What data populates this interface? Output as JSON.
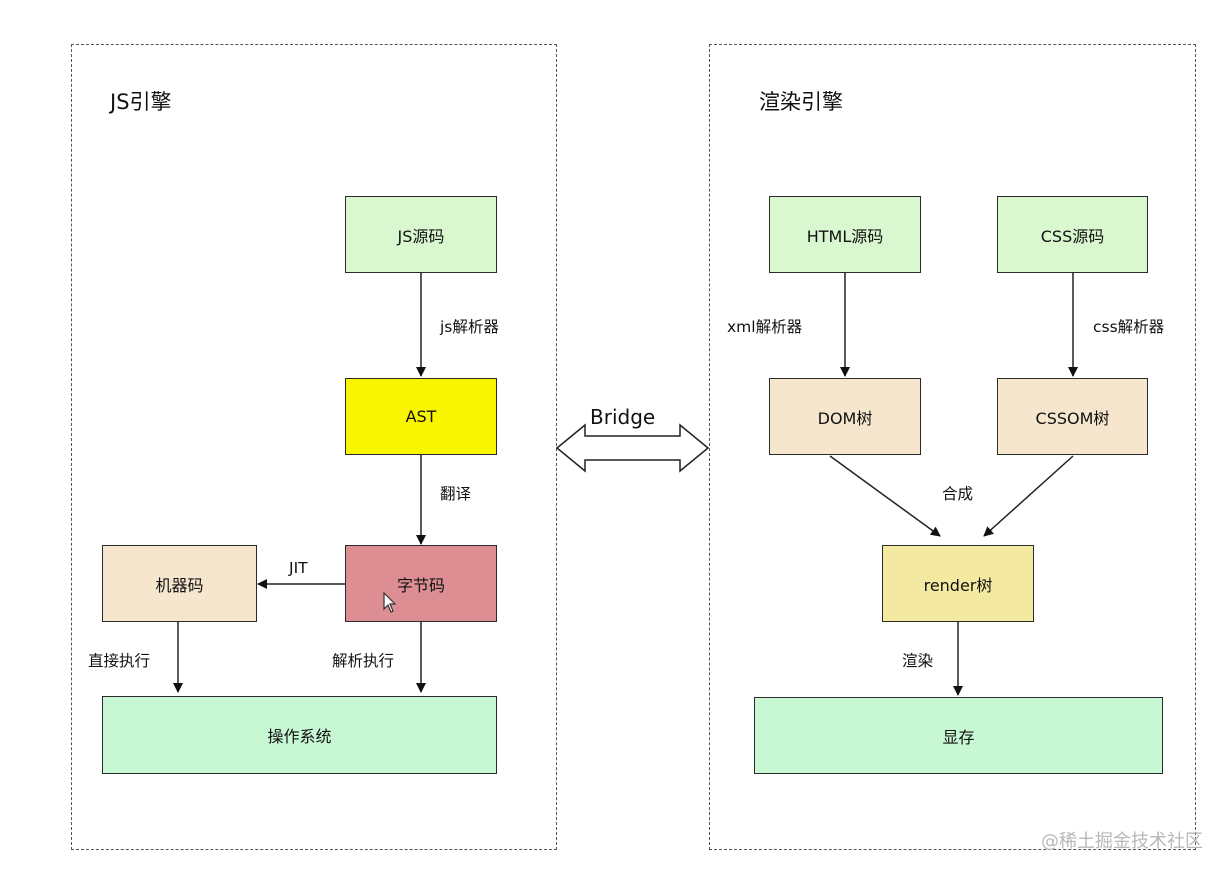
{
  "js_engine": {
    "title": "JS引擎",
    "nodes": {
      "js_source": "JS源码",
      "ast": "AST",
      "bytecode": "字节码",
      "machine_code": "机器码",
      "os": "操作系统"
    },
    "edges": {
      "js_parser": "js解析器",
      "translate": "翻译",
      "jit": "JIT",
      "direct_exec": "直接执行",
      "interpret_exec": "解析执行"
    }
  },
  "bridge": {
    "label": "Bridge"
  },
  "render_engine": {
    "title": "渲染引擎",
    "nodes": {
      "html_source": "HTML源码",
      "css_source": "CSS源码",
      "dom_tree": "DOM树",
      "cssom_tree": "CSSOM树",
      "render_tree": "render树",
      "video_memory": "显存"
    },
    "edges": {
      "xml_parser": "xml解析器",
      "css_parser": "css解析器",
      "combine": "合成",
      "render": "渲染"
    }
  },
  "colors": {
    "source": "#d9f8cf",
    "ast": "#f9f400",
    "bytecode": "#dd8e93",
    "tree": "#f6e6cd",
    "output": "#c7f8d3",
    "render_tree": "#f4e9a1"
  },
  "watermark": "@稀土掘金技术社区"
}
